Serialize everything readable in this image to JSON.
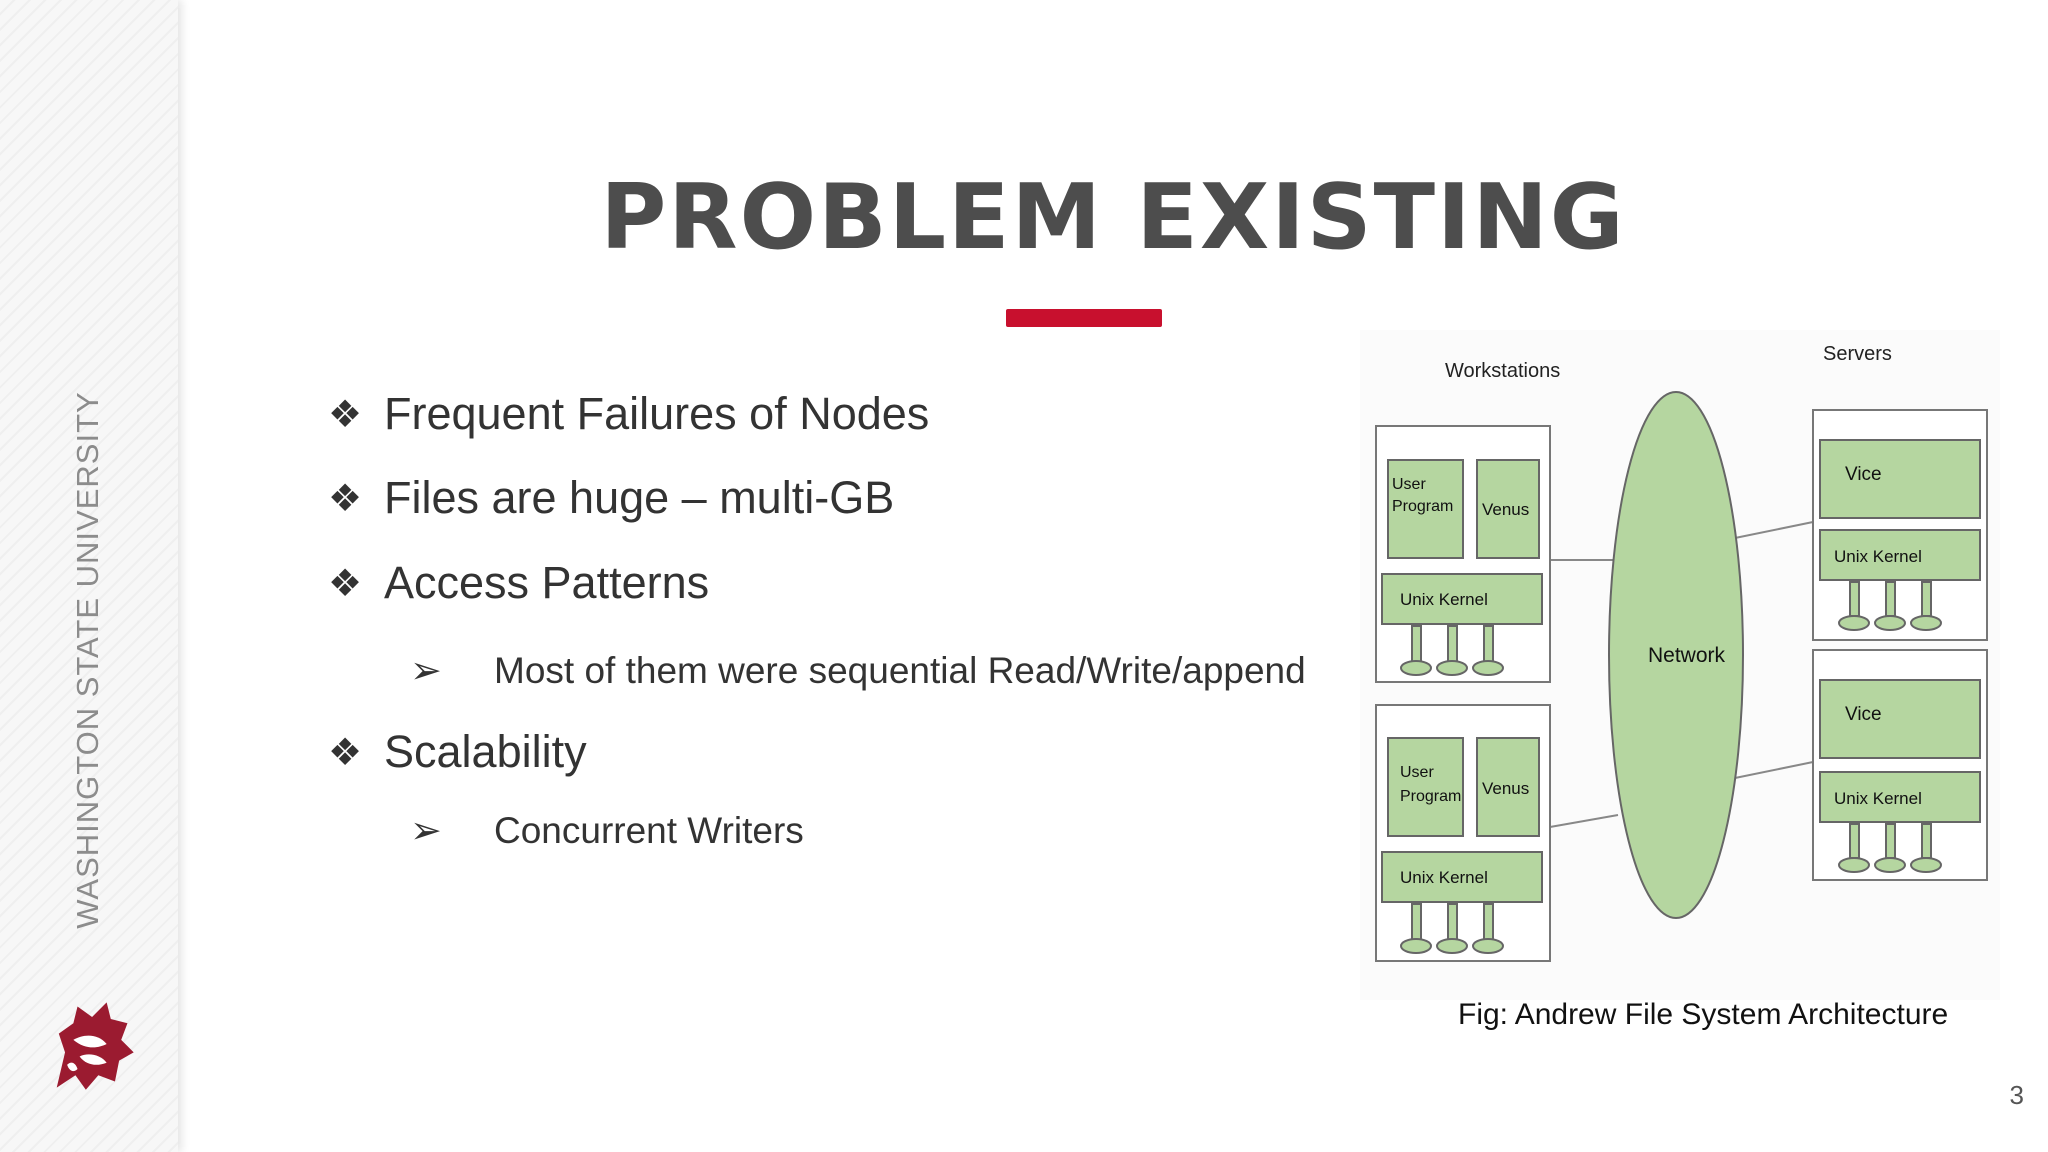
{
  "sidebar": {
    "vertical_text": "WASHINGTON STATE UNIVERSITY",
    "logo_icon": "cougar-head-logo-icon"
  },
  "slide": {
    "title": "PROBLEM EXISTING",
    "accent_color": "#c8102e",
    "bullets": [
      "Frequent Failures of Nodes",
      "Files are huge – multi-GB",
      "Access Patterns",
      "Most of them were sequential Read/Write/append",
      "Scalability",
      "Concurrent Writers"
    ],
    "bullet_glyph": "❖",
    "sub_bullet_glyph": "➢",
    "page_number": "3"
  },
  "figure": {
    "caption": "Fig: Andrew File System Architecture",
    "labels": {
      "workstations": "Workstations",
      "servers": "Servers",
      "network": "Network",
      "user_program_line1": "User",
      "user_program_line2": "Program",
      "venus": "Venus",
      "unix_kernel": "Unix Kernel",
      "vice": "Vice"
    },
    "fill_color": "#b5d6a0"
  }
}
